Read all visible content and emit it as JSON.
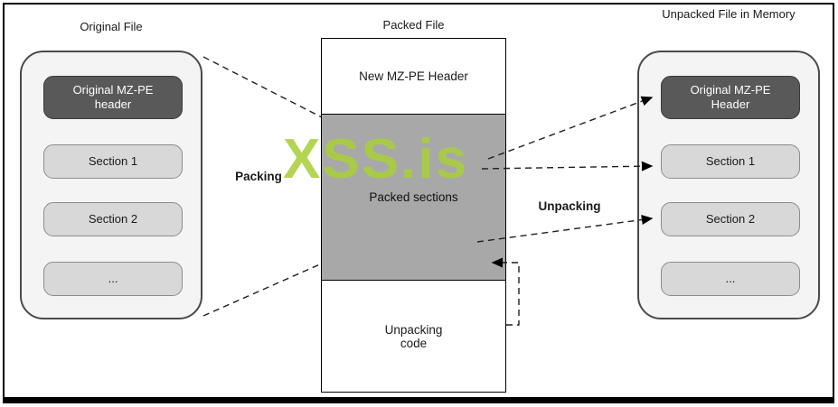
{
  "diagram": {
    "original_file": {
      "title": "Original File",
      "items": [
        {
          "label": "Original MZ-PE header"
        },
        {
          "label": "Section 1"
        },
        {
          "label": "Section 2"
        },
        {
          "label": "..."
        }
      ]
    },
    "packed_file": {
      "title": "Packed File",
      "sections": [
        {
          "label": "New MZ-PE Header"
        },
        {
          "label": "Packed sections"
        },
        {
          "label": "Unpacking code"
        }
      ]
    },
    "unpacked_file": {
      "title": "Unpacked File in Memory",
      "items": [
        {
          "label": "Original MZ-PE Header"
        },
        {
          "label": "Section 1"
        },
        {
          "label": "Section 2"
        },
        {
          "label": "..."
        }
      ]
    },
    "flow_labels": {
      "packing": "Packing",
      "unpacking": "Unpacking"
    },
    "watermark": "XSS.is",
    "colors": {
      "dark_box": "#595959",
      "light_box": "#d8d8d8",
      "packed_sections_fill": "#a8a8a8",
      "watermark_green": "#aacf3c"
    }
  }
}
